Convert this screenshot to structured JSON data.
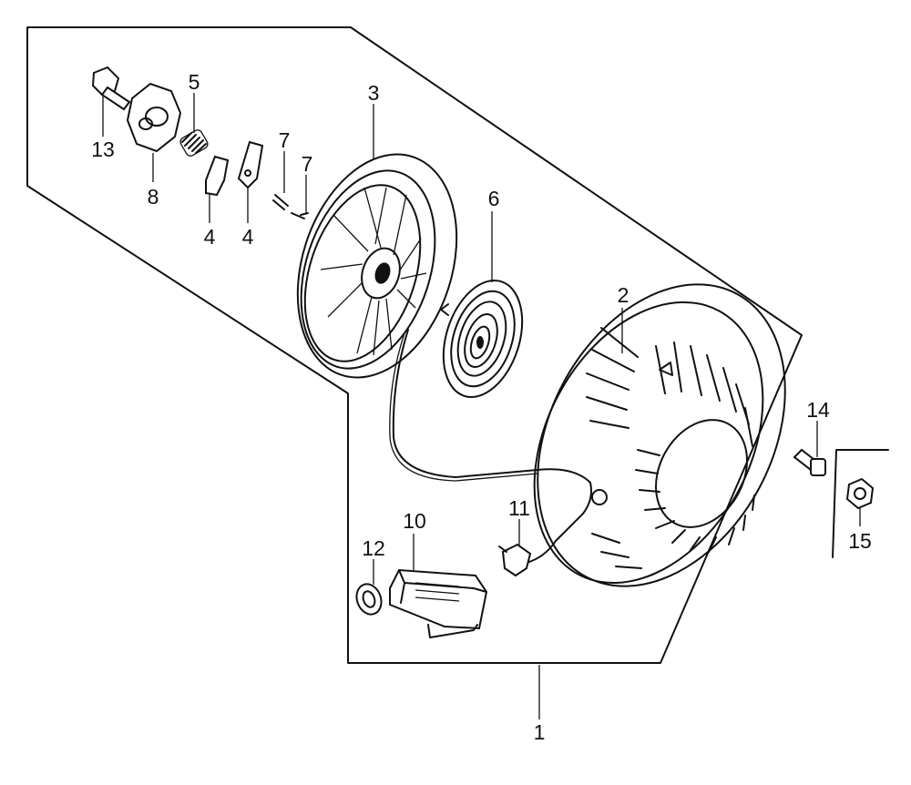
{
  "callouts": {
    "c1": "1",
    "c2": "2",
    "c3": "3",
    "c4a": "4",
    "c4b": "4",
    "c5": "5",
    "c6": "6",
    "c7a": "7",
    "c7b": "7",
    "c8": "8",
    "c10": "10",
    "c11": "11",
    "c12": "12",
    "c13": "13",
    "c14": "14",
    "c15": "15"
  },
  "colors": {
    "ink": "#111111",
    "background": "#ffffff"
  }
}
